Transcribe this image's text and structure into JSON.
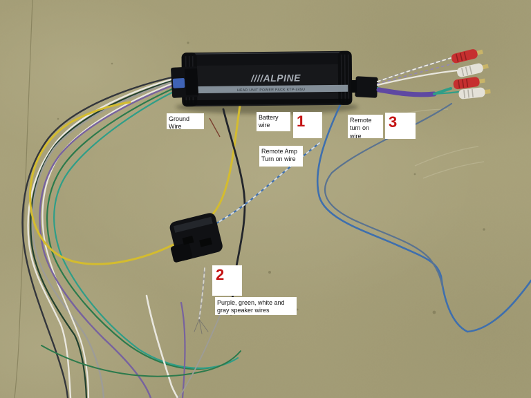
{
  "amplifier": {
    "brand_logo": "////ALPINE",
    "model_text": "HEAD UNIT POWER PACK KTP-445U"
  },
  "labels": {
    "ground": "Ground Wire",
    "battery": "Battery wire",
    "remote_turn_on": "Remote turn on wire",
    "remote_amp": "Remote Amp Turn on wire",
    "speaker": "Purple, green, white and gray speaker wires",
    "marker1": "1",
    "marker2": "2",
    "marker3": "3"
  },
  "colors": {
    "floor": "#a8a17a",
    "label_bg": "#ffffff",
    "label_text": "#111111",
    "marker_red": "#c41414",
    "amp_body": "#17181b",
    "amp_stripe": "#8d99a3",
    "amp_logo": "#a8aeb6",
    "amp_stripe_text": "#232a30",
    "connector_black": "#101114",
    "connector_blue": "#3f63b5",
    "wire_yellow": "#d4bc2e",
    "wire_blue": "#3e6fae",
    "wire_gray_blue": "#5a7390",
    "wire_black": "#22252b",
    "wire_dark": "#33363c",
    "wire_white": "#e9e7df",
    "wire_gray": "#9d9c97",
    "wire_purple": "#77629f",
    "wire_purple_light": "#9286b8",
    "wire_green": "#2c7a4c",
    "wire_teal": "#2f9e88",
    "wire_sleeve_purple": "#5f48a2",
    "rca_red": "#c62f2f",
    "rca_white": "#e4e1d8",
    "rca_tip": "#c9b468",
    "ground_pointer": "#7a4030",
    "crack": "#76714f"
  }
}
